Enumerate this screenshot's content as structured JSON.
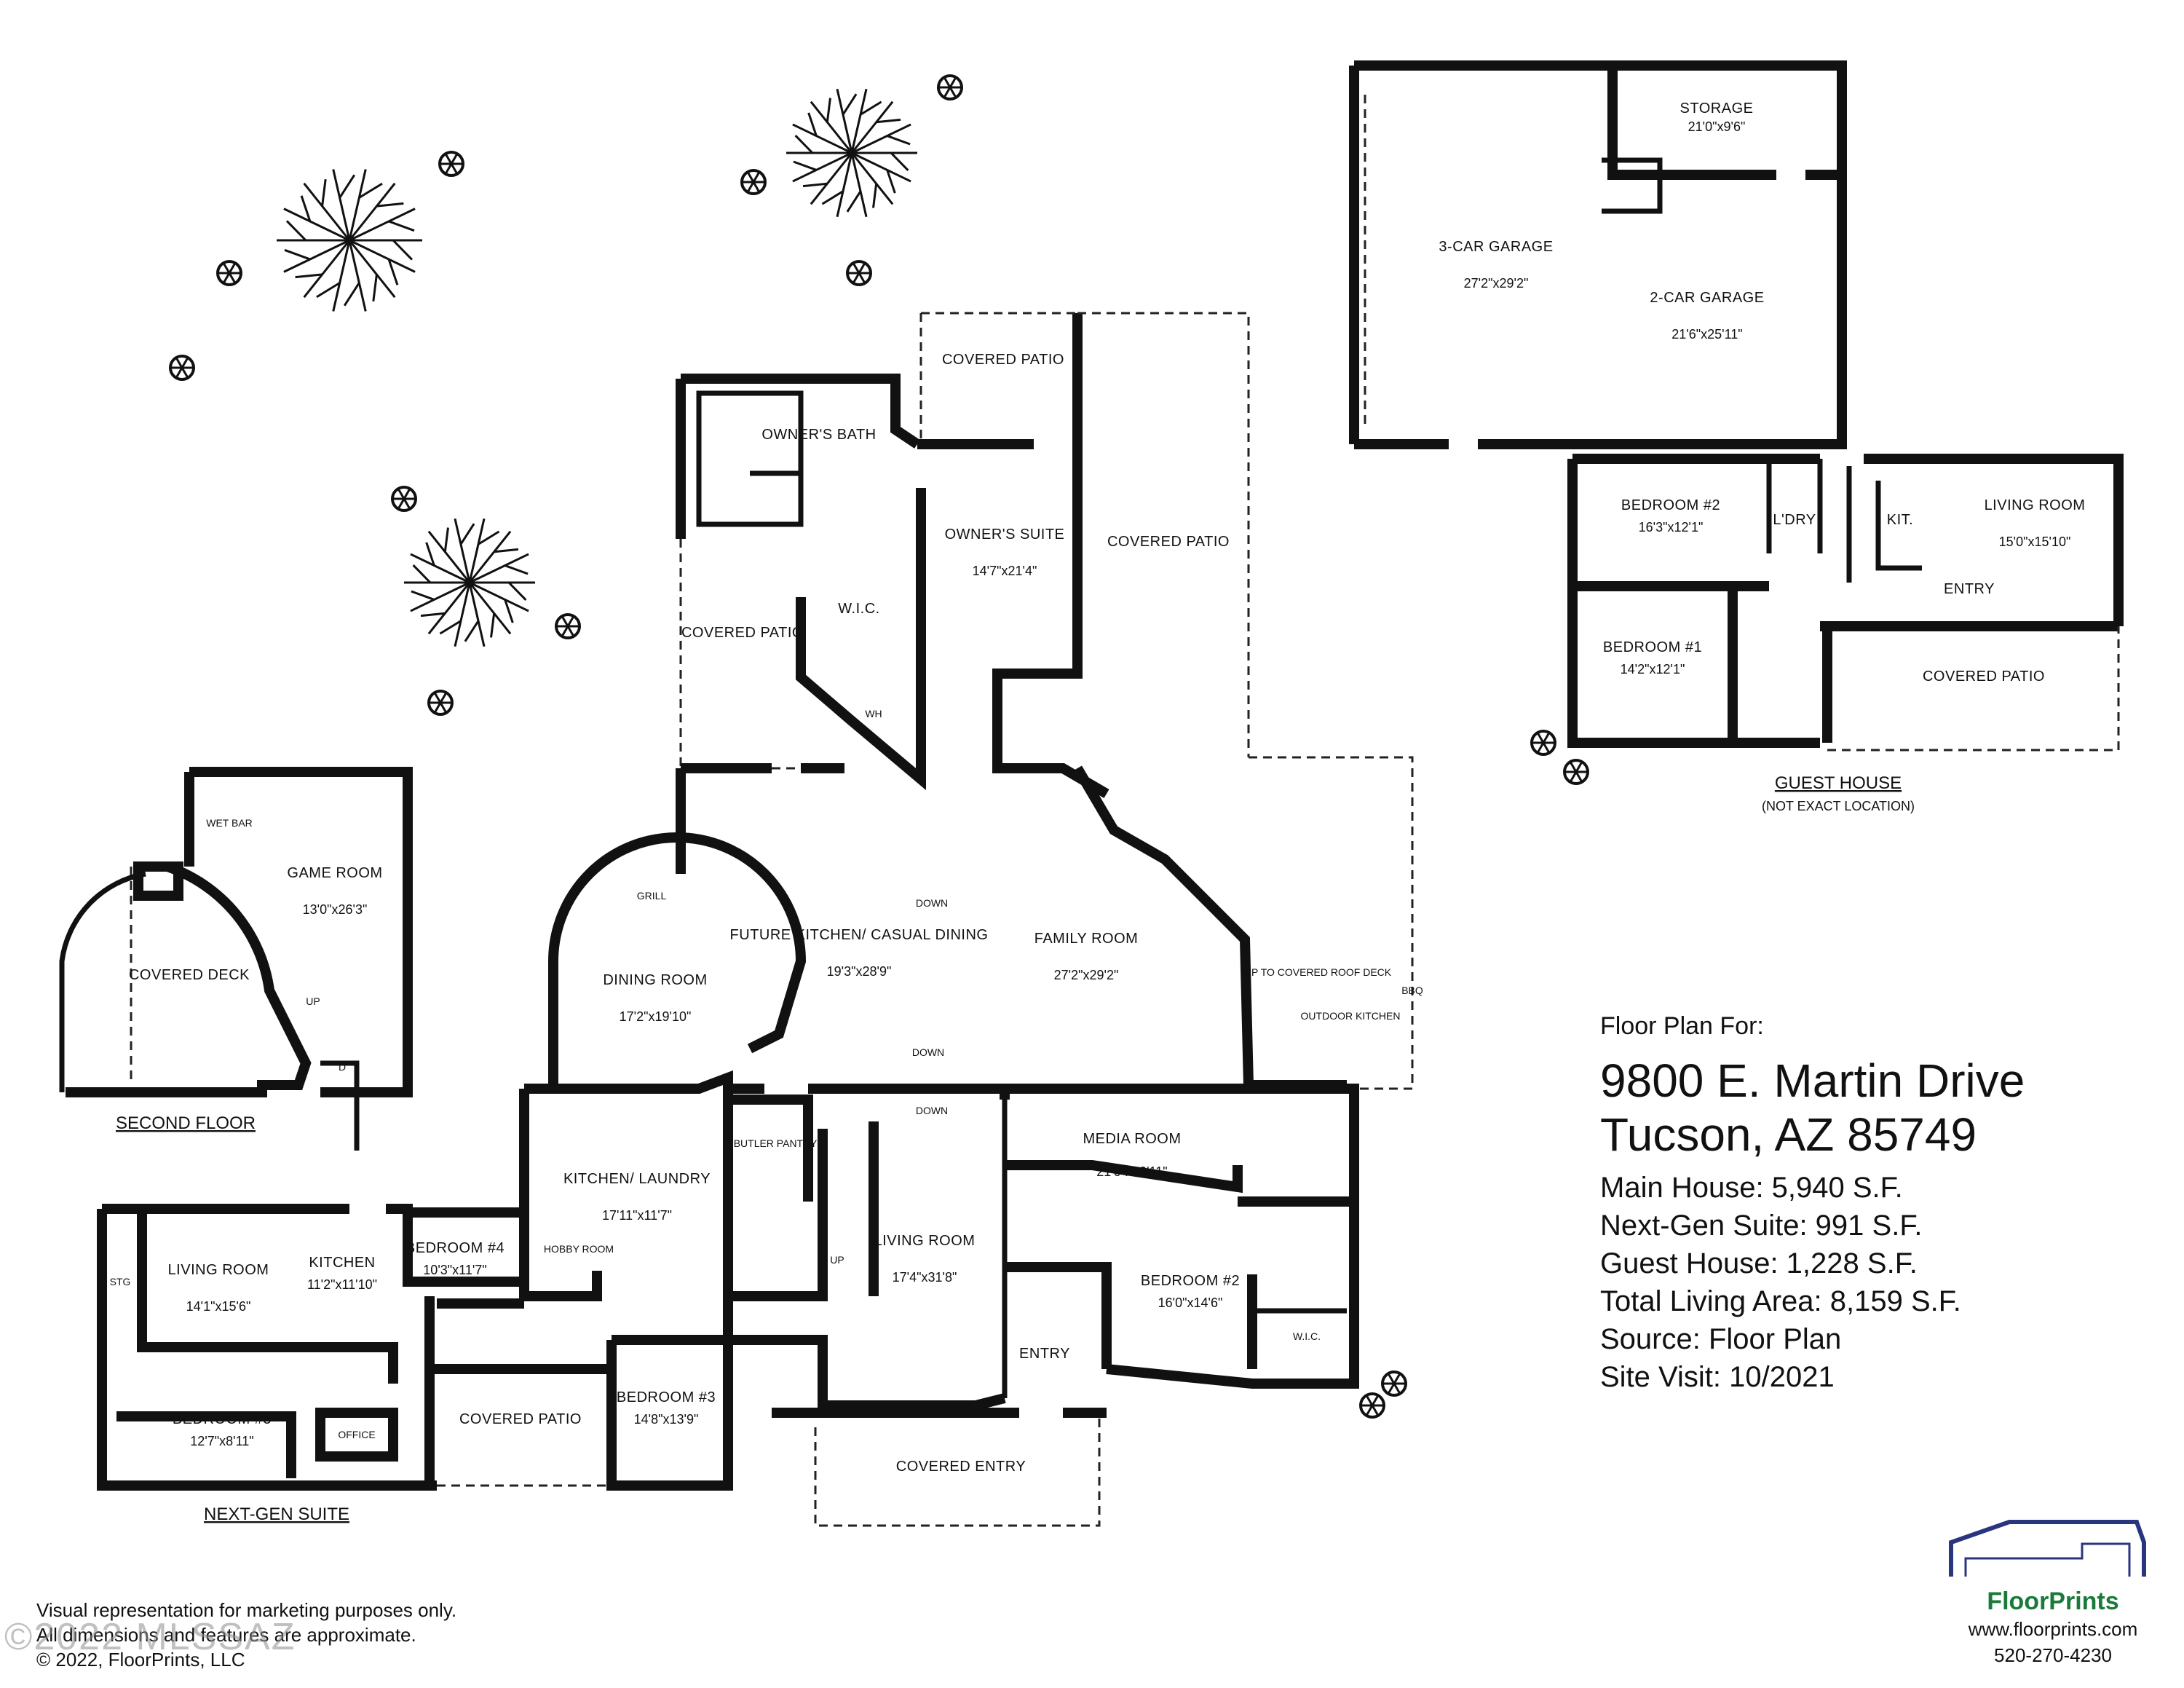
{
  "rooms": {
    "covered_patio_top": {
      "name": "COVERED PATIO"
    },
    "owners_bath": {
      "name": "OWNER'S BATH"
    },
    "owners_suite": {
      "name": "OWNER'S SUITE",
      "dims": "14'7\"x21'4\""
    },
    "covered_patio_left": {
      "name": "COVERED PATIO"
    },
    "covered_patio_right": {
      "name": "COVERED PATIO"
    },
    "wic_owner": {
      "name": "W.I.C."
    },
    "wh_owner": {
      "name": "WH"
    },
    "future_kitchen": {
      "name": "FUTURE KITCHEN/ CASUAL DINING",
      "dims": "19'3\"x28'9\""
    },
    "family_room": {
      "name": "FAMILY ROOM",
      "dims": "27'2\"x29'2\""
    },
    "dining_room": {
      "name": "DINING ROOM",
      "dims": "17'2\"x19'10\""
    },
    "grill": {
      "name": "GRILL"
    },
    "up_covered_roof_deck": {
      "name": "UP TO COVERED ROOF DECK"
    },
    "outdoor_kitchen": {
      "name": "OUTDOOR KITCHEN"
    },
    "bbq": {
      "name": "BBQ"
    },
    "kitchen_laundry": {
      "name": "KITCHEN/ LAUNDRY",
      "dims": "17'11\"x11'7\""
    },
    "butler_pantry": {
      "name": "BUTLER PANTRY"
    },
    "living_room_main": {
      "name": "LIVING ROOM",
      "dims": "17'4\"x31'8\""
    },
    "media_room": {
      "name": "MEDIA ROOM",
      "dims": "21'0\"x10'11\""
    },
    "bedroom2_main": {
      "name": "BEDROOM #2",
      "dims": "16'0\"x14'6\""
    },
    "wic_bed2": {
      "name": "W.I.C."
    },
    "entry_main": {
      "name": "ENTRY"
    },
    "covered_entry": {
      "name": "COVERED ENTRY"
    },
    "bedroom3": {
      "name": "BEDROOM #3",
      "dims": "14'8\"x13'9\""
    },
    "covered_patio_ng": {
      "name": "COVERED PATIO"
    },
    "hobby_room": {
      "name": "HOBBY ROOM"
    },
    "bedroom4": {
      "name": "BEDROOM #4",
      "dims": "10'3\"x11'7\""
    },
    "kitchen_ng": {
      "name": "KITCHEN",
      "dims": "11'2\"x11'10\""
    },
    "living_ng": {
      "name": "LIVING ROOM",
      "dims": "14'1\"x15'6\""
    },
    "stg": {
      "name": "STG"
    },
    "bedroom5": {
      "name": "BEDROOM #5",
      "dims": "12'7\"x8'11\""
    },
    "office": {
      "name": "OFFICE"
    },
    "game_room": {
      "name": "GAME ROOM",
      "dims": "13'0\"x26'3\""
    },
    "wet_bar": {
      "name": "WET BAR"
    },
    "covered_deck": {
      "name": "COVERED DECK"
    },
    "storage": {
      "name": "STORAGE",
      "dims": "21'0\"x9'6\""
    },
    "garage3": {
      "name": "3-CAR GARAGE",
      "dims": "27'2\"x29'2\""
    },
    "garage2": {
      "name": "2-CAR GARAGE",
      "dims": "21'6\"x25'11\""
    },
    "gh_bed2": {
      "name": "BEDROOM #2",
      "dims": "16'3\"x12'1\""
    },
    "gh_bed1": {
      "name": "BEDROOM #1",
      "dims": "14'2\"x12'1\""
    },
    "gh_laundry": {
      "name": "L'DRY"
    },
    "gh_kit": {
      "name": "KIT."
    },
    "gh_living": {
      "name": "LIVING ROOM",
      "dims": "15'0\"x15'10\""
    },
    "gh_entry": {
      "name": "ENTRY"
    },
    "gh_covered_patio": {
      "name": "COVERED PATIO"
    }
  },
  "annotations": {
    "down1": "DOWN",
    "down2": "DOWN",
    "down3": "DOWN",
    "up1": "UP",
    "up2": "UP",
    "d1": "D"
  },
  "sections": {
    "second_floor": "SECOND FLOOR",
    "next_gen": "NEXT-GEN SUITE",
    "guest_house": "GUEST HOUSE",
    "guest_note": "(NOT EXACT LOCATION)"
  },
  "info": {
    "caption": "Floor Plan For:",
    "address_line1": "9800 E. Martin Drive",
    "address_line2": "Tucson, AZ  85749",
    "main_house": "Main House:  5,940 S.F.",
    "next_gen": "Next-Gen Suite:  991 S.F.",
    "guest_house": "Guest House:  1,228 S.F.",
    "total": "Total Living Area:  8,159 S.F.",
    "source": "Source:  Floor Plan",
    "site_visit": "Site Visit:  10/2021"
  },
  "footer": {
    "line1": "Visual representation for marketing purposes only.",
    "line2": "All dimensions and features are approximate.",
    "line3": "© 2022, FloorPrints, LLC",
    "watermark": "©2022 MLSSAZ"
  },
  "brand": {
    "name": "FloorPrints",
    "website": "www.floorprints.com",
    "phone": "520-270-4230",
    "logo_color": "#2a3580",
    "accent_color": "#1a7a3a"
  }
}
